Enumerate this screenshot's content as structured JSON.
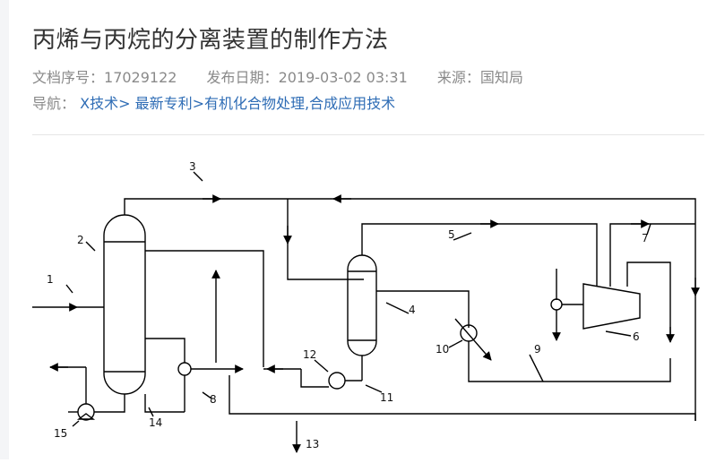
{
  "page": {
    "title": "丙烯与丙烷的分离装置的制作方法",
    "doc_no_label": "文档序号：",
    "doc_no": "17029122",
    "date_label": "发布日期：",
    "date": "2019-03-02 03:31",
    "source_label": "来源：",
    "source": "国知局"
  },
  "nav": {
    "label": "导航：",
    "items": [
      {
        "label": "X技术"
      },
      {
        "label": "最新专利"
      },
      {
        "label": "有机化合物处理,合成应用技术"
      }
    ],
    "separator": ">"
  },
  "figure": {
    "labels": [
      "1",
      "2",
      "3",
      "4",
      "5",
      "6",
      "7",
      "8",
      "9",
      "10",
      "11",
      "12",
      "13",
      "14",
      "15"
    ]
  }
}
